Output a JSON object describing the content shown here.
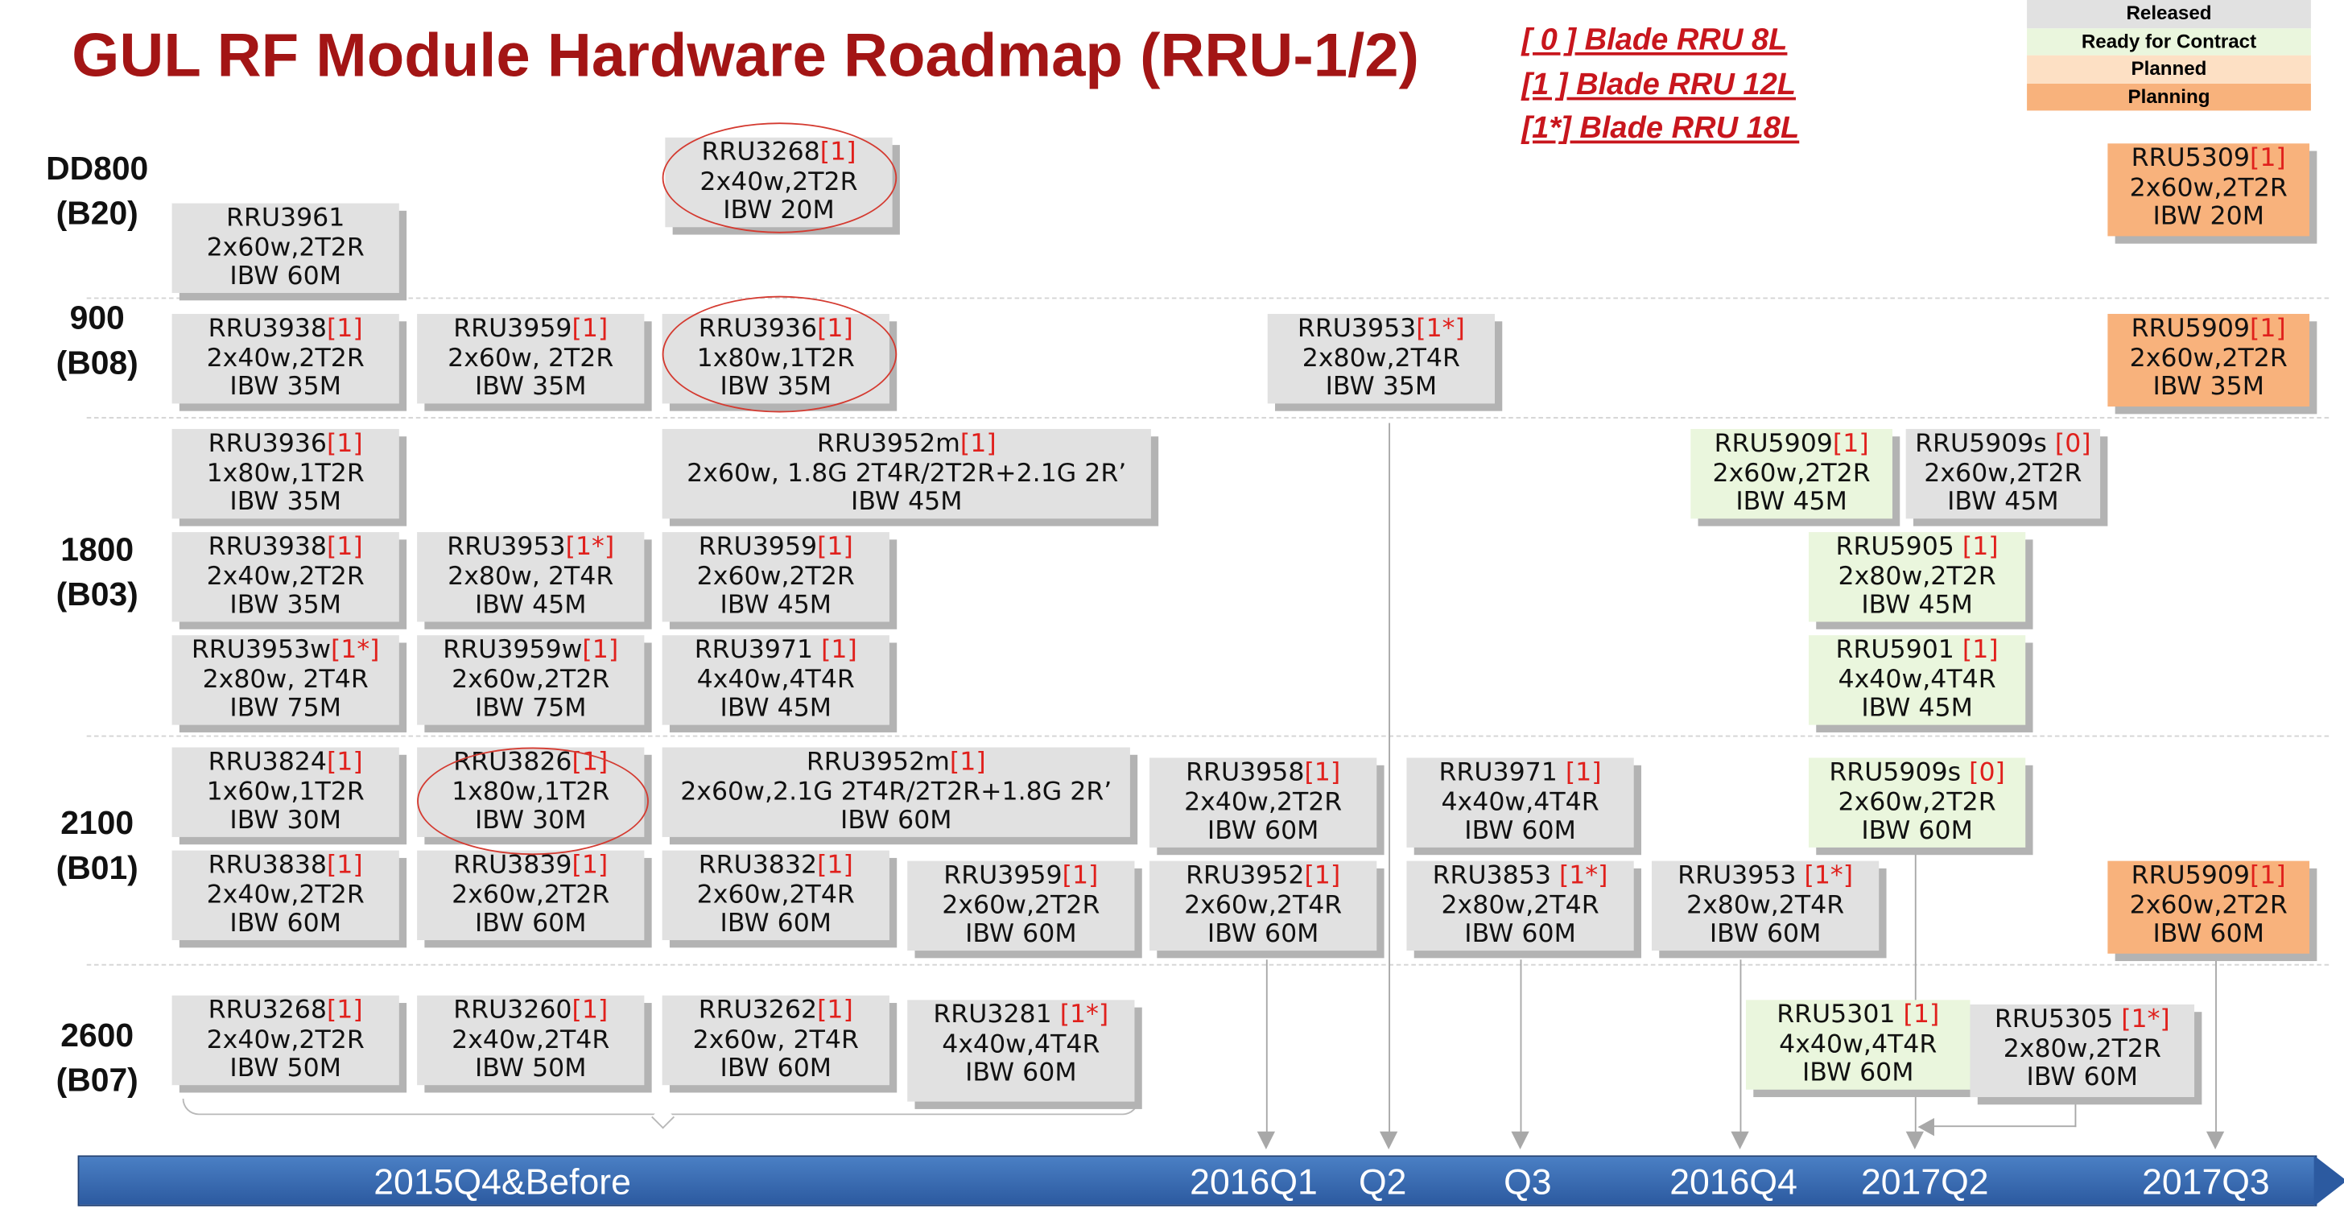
{
  "title": "GUL RF Module Hardware Roadmap (RRU-1/2)",
  "blade_notes": [
    "[ 0 ]  Blade RRU 8L",
    "[1 ]  Blade RRU 12L",
    "[1*]  Blade RRU 18L"
  ],
  "legend": [
    {
      "label": "Released",
      "color": "#e1e1e1"
    },
    {
      "label": "Ready for Contract",
      "color": "#eaf6dd"
    },
    {
      "label": "Planned",
      "color": "#fde0c4"
    },
    {
      "label": "Planning",
      "color": "#f8b27c"
    }
  ],
  "bands": [
    {
      "line1": "DD800",
      "line2": "(B20)"
    },
    {
      "line1": "900",
      "line2": "(B08)"
    },
    {
      "line1": "1800",
      "line2": "(B03)"
    },
    {
      "line1": "2100",
      "line2": "(B01)"
    },
    {
      "line1": "2600",
      "line2": "(B07)"
    }
  ],
  "timeline": [
    "2015Q4&Before",
    "2016Q1",
    "Q2",
    "Q3",
    "2016Q4",
    "2017Q2",
    "2017Q3"
  ],
  "modules": [
    {
      "name": "RRU3268",
      "tag": "[1]",
      "spec": "2x40w,2T2R",
      "ibw": "IBW 20M",
      "status": "released"
    },
    {
      "name": "RRU3961",
      "tag": "",
      "spec": "2x60w,2T2R",
      "ibw": "IBW 60M",
      "status": "released"
    },
    {
      "name": "RRU5309",
      "tag": "[1]",
      "spec": "2x60w,2T2R",
      "ibw": "IBW 20M",
      "status": "planning"
    },
    {
      "name": "RRU3938",
      "tag": "[1]",
      "spec": "2x40w,2T2R",
      "ibw": "IBW 35M",
      "status": "released"
    },
    {
      "name": "RRU3959",
      "tag": "[1]",
      "spec": "2x60w, 2T2R",
      "ibw": "IBW 35M",
      "status": "released"
    },
    {
      "name": "RRU3936",
      "tag": "[1]",
      "spec": "1x80w,1T2R",
      "ibw": "IBW 35M",
      "status": "released"
    },
    {
      "name": "RRU3953",
      "tag": "[1*]",
      "spec": "2x80w,2T4R",
      "ibw": "IBW 35M",
      "status": "released"
    },
    {
      "name": "RRU5909",
      "tag": "[1]",
      "spec": "2x60w,2T2R",
      "ibw": "IBW 35M",
      "status": "planning"
    },
    {
      "name": "RRU3936",
      "tag": "[1]",
      "spec": "1x80w,1T2R",
      "ibw": "IBW 35M",
      "status": "released"
    },
    {
      "name": "RRU3952m",
      "tag": "[1]",
      "spec": "2x60w, 1.8G 2T4R/2T2R+2.1G 2R’",
      "ibw": "IBW 45M",
      "status": "released"
    },
    {
      "name": "RRU5909",
      "tag": "[1]",
      "spec": "2x60w,2T2R",
      "ibw": "IBW 45M",
      "status": "ready"
    },
    {
      "name": "RRU5909s ",
      "tag": "[0]",
      "spec": "2x60w,2T2R",
      "ibw": "IBW 45M",
      "status": "released"
    },
    {
      "name": "RRU3938",
      "tag": "[1]",
      "spec": "2x40w,2T2R",
      "ibw": "IBW 35M",
      "status": "released"
    },
    {
      "name": "RRU3953",
      "tag": "[1*]",
      "spec": "2x80w, 2T4R",
      "ibw": "IBW 45M",
      "status": "released"
    },
    {
      "name": "RRU3959",
      "tag": "[1]",
      "spec": "2x60w,2T2R",
      "ibw": "IBW 45M",
      "status": "released"
    },
    {
      "name": "RRU5905 ",
      "tag": "[1]",
      "spec": "2x80w,2T2R",
      "ibw": "IBW 45M",
      "status": "ready"
    },
    {
      "name": "RRU3953w",
      "tag": "[1*]",
      "spec": "2x80w, 2T4R",
      "ibw": "IBW 75M",
      "status": "released"
    },
    {
      "name": "RRU3959w",
      "tag": "[1]",
      "spec": "2x60w,2T2R",
      "ibw": "IBW 75M",
      "status": "released"
    },
    {
      "name": "RRU3971 ",
      "tag": "[1]",
      "spec": "4x40w,4T4R",
      "ibw": "IBW 45M",
      "status": "released"
    },
    {
      "name": "RRU5901 ",
      "tag": "[1]",
      "spec": "4x40w,4T4R",
      "ibw": "IBW 45M",
      "status": "ready"
    },
    {
      "name": "RRU3824",
      "tag": "[1]",
      "spec": "1x60w,1T2R",
      "ibw": "IBW 30M",
      "status": "released"
    },
    {
      "name": "RRU3826",
      "tag": "[1]",
      "spec": "1x80w,1T2R",
      "ibw": "IBW 30M",
      "status": "released"
    },
    {
      "name": "RRU3952m",
      "tag": "[1]",
      "spec": "2x60w,2.1G 2T4R/2T2R+1.8G 2R’",
      "ibw": "IBW 60M",
      "status": "released"
    },
    {
      "name": "RRU3958",
      "tag": "[1]",
      "spec": "2x40w,2T2R",
      "ibw": "IBW 60M",
      "status": "released"
    },
    {
      "name": "RRU3971 ",
      "tag": "[1]",
      "spec": "4x40w,4T4R",
      "ibw": "IBW 60M",
      "status": "released"
    },
    {
      "name": "RRU5909s ",
      "tag": "[0]",
      "spec": "2x60w,2T2R",
      "ibw": "IBW 60M",
      "status": "ready"
    },
    {
      "name": "RRU3838",
      "tag": "[1]",
      "spec": "2x40w,2T2R",
      "ibw": "IBW 60M",
      "status": "released"
    },
    {
      "name": "RRU3839",
      "tag": "[1]",
      "spec": "2x60w,2T2R",
      "ibw": "IBW 60M",
      "status": "released"
    },
    {
      "name": "RRU3832",
      "tag": "[1]",
      "spec": "2x60w,2T4R",
      "ibw": "IBW 60M",
      "status": "released"
    },
    {
      "name": "RRU3959",
      "tag": "[1]",
      "spec": "2x60w,2T2R",
      "ibw": "IBW 60M",
      "status": "released"
    },
    {
      "name": "RRU3952",
      "tag": "[1]",
      "spec": "2x60w,2T4R",
      "ibw": "IBW 60M",
      "status": "released"
    },
    {
      "name": "RRU3853 ",
      "tag": "[1*]",
      "spec": "2x80w,2T4R",
      "ibw": "IBW 60M",
      "status": "released"
    },
    {
      "name": "RRU3953 ",
      "tag": "[1*]",
      "spec": "2x80w,2T4R",
      "ibw": "IBW 60M",
      "status": "released"
    },
    {
      "name": "RRU5909",
      "tag": "[1]",
      "spec": "2x60w,2T2R",
      "ibw": "IBW 60M",
      "status": "planning"
    },
    {
      "name": "RRU3268",
      "tag": "[1]",
      "spec": "2x40w,2T2R",
      "ibw": "IBW 50M",
      "status": "released"
    },
    {
      "name": "RRU3260",
      "tag": "[1]",
      "spec": "2x40w,2T4R",
      "ibw": "IBW 50M",
      "status": "released"
    },
    {
      "name": "RRU3262",
      "tag": "[1]",
      "spec": "2x60w, 2T4R",
      "ibw": "IBW 60M",
      "status": "released"
    },
    {
      "name": "RRU3281 ",
      "tag": "[1*]",
      "spec": "4x40w,4T4R",
      "ibw": "IBW 60M",
      "status": "released"
    },
    {
      "name": "RRU5301 ",
      "tag": "[1]",
      "spec": "4x40w,4T4R",
      "ibw": "IBW 60M",
      "status": "ready"
    },
    {
      "name": "RRU5305 ",
      "tag": "[1*]",
      "spec": "2x80w,2T2R",
      "ibw": "IBW 60M",
      "status": "released"
    }
  ]
}
